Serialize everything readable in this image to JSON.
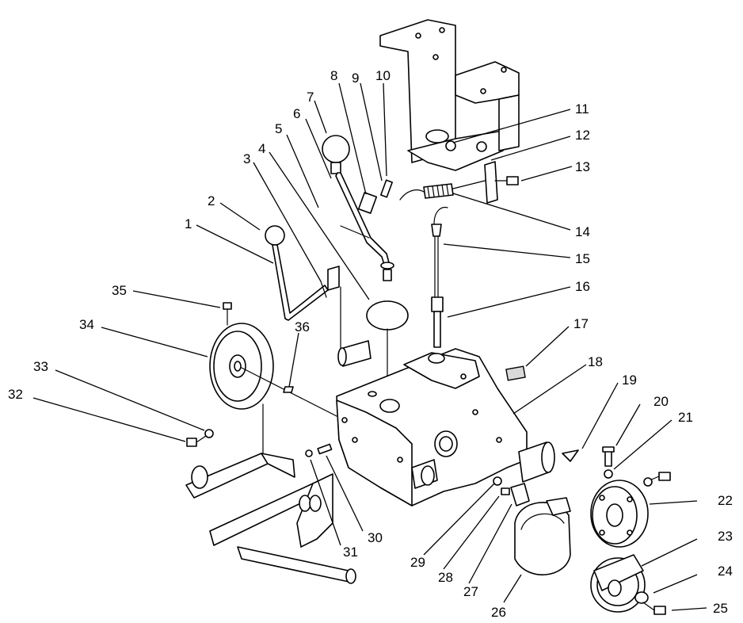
{
  "diagram": {
    "callouts": [
      {
        "id": "1",
        "text": "1"
      },
      {
        "id": "2",
        "text": "2"
      },
      {
        "id": "3",
        "text": "3"
      },
      {
        "id": "4",
        "text": "4"
      },
      {
        "id": "5",
        "text": "5"
      },
      {
        "id": "6",
        "text": "6"
      },
      {
        "id": "7",
        "text": "7"
      },
      {
        "id": "8",
        "text": "8"
      },
      {
        "id": "9",
        "text": "9"
      },
      {
        "id": "10",
        "text": "10"
      },
      {
        "id": "11",
        "text": "11"
      },
      {
        "id": "12",
        "text": "12"
      },
      {
        "id": "13",
        "text": "13"
      },
      {
        "id": "14",
        "text": "14"
      },
      {
        "id": "15",
        "text": "15"
      },
      {
        "id": "16",
        "text": "16"
      },
      {
        "id": "17",
        "text": "17"
      },
      {
        "id": "18",
        "text": "18"
      },
      {
        "id": "19",
        "text": "19"
      },
      {
        "id": "20",
        "text": "20"
      },
      {
        "id": "21",
        "text": "21"
      },
      {
        "id": "22",
        "text": "22"
      },
      {
        "id": "23",
        "text": "23"
      },
      {
        "id": "24",
        "text": "24"
      },
      {
        "id": "25",
        "text": "25"
      },
      {
        "id": "26",
        "text": "26"
      },
      {
        "id": "27",
        "text": "27"
      },
      {
        "id": "28",
        "text": "28"
      },
      {
        "id": "29",
        "text": "29"
      },
      {
        "id": "30",
        "text": "30"
      },
      {
        "id": "31",
        "text": "31"
      },
      {
        "id": "32",
        "text": "32"
      },
      {
        "id": "33",
        "text": "33"
      },
      {
        "id": "34",
        "text": "34"
      },
      {
        "id": "35",
        "text": "35"
      },
      {
        "id": "36",
        "text": "36"
      }
    ]
  }
}
